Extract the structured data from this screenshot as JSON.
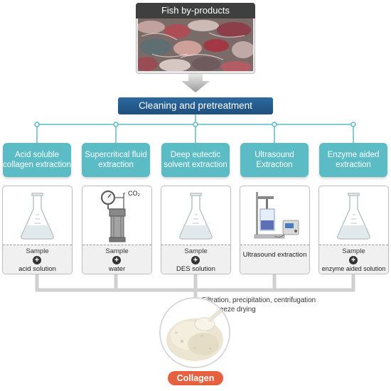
{
  "monitor": {
    "title": "Fish by-products",
    "image": "fish-by-products-photo"
  },
  "pretreatment": "Cleaning and pretreatment",
  "methods": [
    {
      "title": "Acid soluble collagen extraction",
      "sample": "Sample",
      "solution": "acid solution",
      "apparatus": "flask"
    },
    {
      "title": "Supercritical fluid extraction",
      "sample": "Sample",
      "solution": "water",
      "apparatus": "supercritical-vessel",
      "gas_label": "CO₂"
    },
    {
      "title": "Deep eutectic solvent extraction",
      "sample": "Sample",
      "solution": "DES solution",
      "apparatus": "flask"
    },
    {
      "title": "Ultrasound Extraction",
      "result": "Ultrasound extraction",
      "apparatus": "ultrasound-device"
    },
    {
      "title": "Enzyme aided extraction",
      "sample": "Sample",
      "solution": "enzyme aided solution",
      "apparatus": "flask"
    }
  ],
  "post_processing": "Filtration, precipitation, centrifugation and freeze drying",
  "product": "Collagen",
  "colors": {
    "method_box": "#5bbcc5",
    "connector": "#5bbcc5",
    "banner": "#1f4f7d",
    "collagen_label": "#e4603f",
    "flow_line": "#d0d0d0"
  }
}
